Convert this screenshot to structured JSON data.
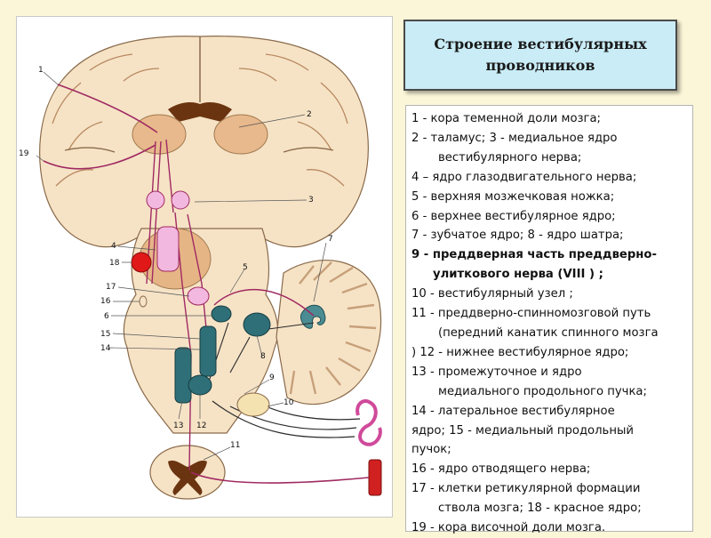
{
  "title": "Строение вестибулярных проводников",
  "figure_labels": [
    "1",
    "2",
    "19",
    "3",
    "4",
    "18",
    "7",
    "5",
    "17",
    "16",
    "6",
    "15",
    "14",
    "8",
    "9",
    "10",
    "13",
    "12",
    "11"
  ],
  "legend": [
    "1 - кора теменной доли мозга;",
    "2 - таламус; 3 - медиальное ядро",
    "вестибулярного нерва;",
    "4 – ядро глазодвигательного нерва;",
    "5 - верхняя мозжечковая ножка;",
    "6 - верхнее вестибулярное ядро;",
    "7 - зубчатое ядро; 8 - ядро шатра;",
    "9 - преддверная часть преддверно-",
    "улиткового нерва (VIII ) ;",
    "10 - вестибулярный узел ;",
    "11 - преддверно-спинномозговой путь",
    "(передний канатик спинного мозга",
    ") 12 - нижнее вестибулярное ядро;",
    "13 - промежуточное и ядро",
    "медиального продольного пучка;",
    "14 - латеральное вестибулярное",
    "ядро; 15 - медиальный продольный",
    "пучок;",
    "16 - ядро отводящего нерва;",
    "17 - клетки ретикулярной формации",
    "ствола мозга; 18 - красное ядро;",
    "19 - кора височной доли мозга."
  ],
  "colors": {
    "brain_fill": "#f6e3c6",
    "thalamus": "#e8b98c",
    "pathway": "#a02a62",
    "vestibular_nuclei": "#2f6f77",
    "red_nucleus": "#e01818",
    "pink_nucleus": "#f2b8df"
  }
}
